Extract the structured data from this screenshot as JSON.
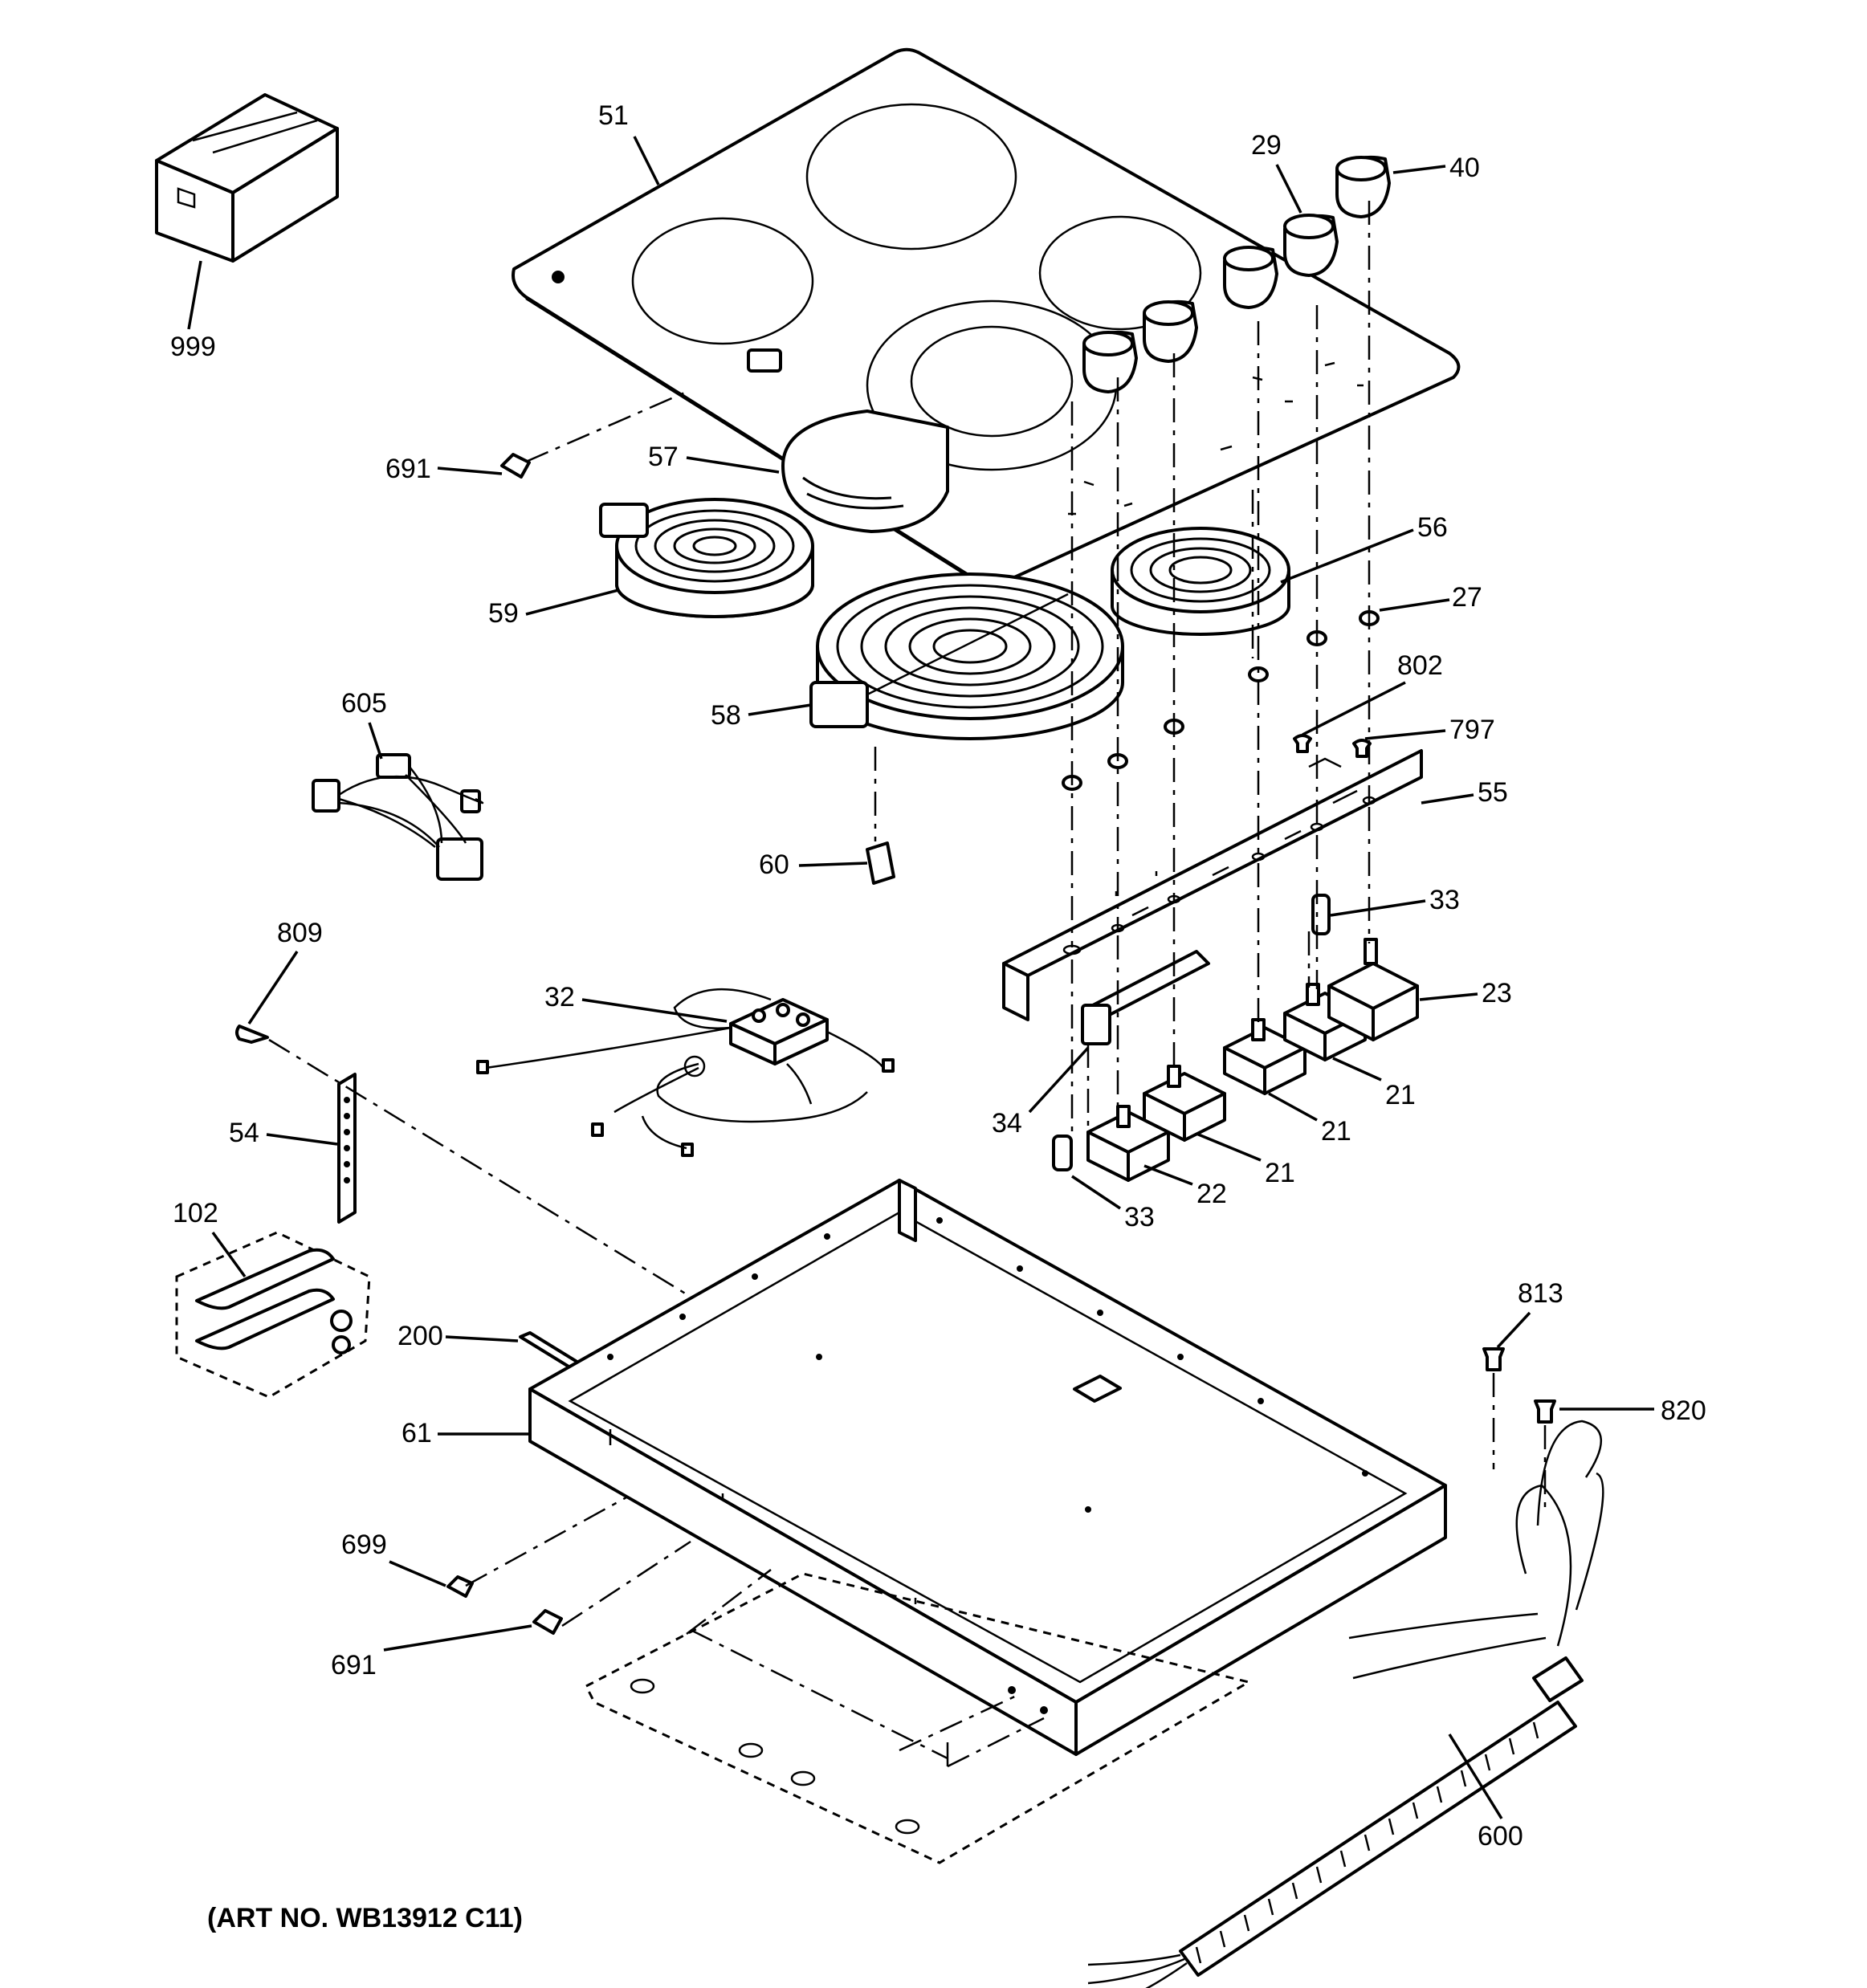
{
  "callouts": {
    "p51": "51",
    "p29": "29",
    "p40": "40",
    "p999": "999",
    "p691a": "691",
    "p57": "57",
    "p56": "56",
    "p27": "27",
    "p59": "59",
    "p802": "802",
    "p797": "797",
    "p605": "605",
    "p58": "58",
    "p55": "55",
    "p60": "60",
    "p33a": "33",
    "p809": "809",
    "p32": "32",
    "p23": "23",
    "p21a": "21",
    "p21b": "21",
    "p21c": "21",
    "p34": "34",
    "p54": "54",
    "p22": "22",
    "p33b": "33",
    "p102": "102",
    "p813": "813",
    "p200": "200",
    "p820": "820",
    "p61": "61",
    "p699": "699",
    "p691b": "691",
    "p600": "600"
  },
  "art_number": "(ART NO. WB13912 C11)"
}
